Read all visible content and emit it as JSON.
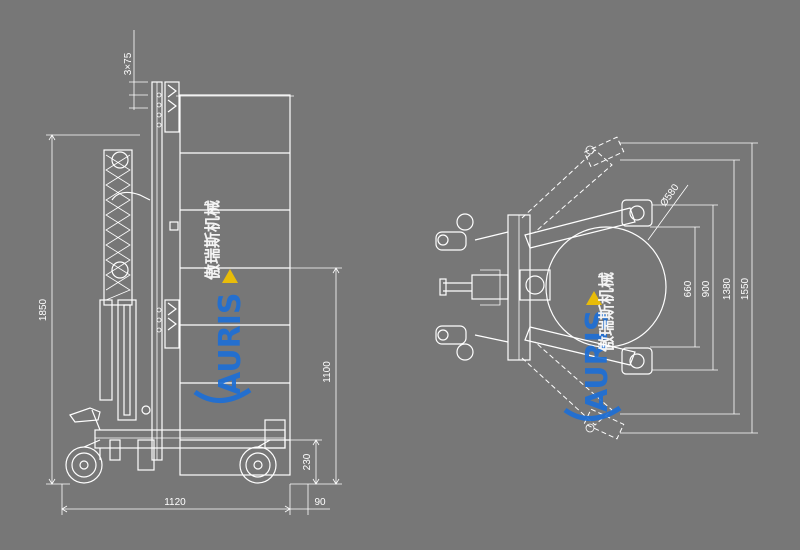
{
  "diagram": {
    "side_view_dimensions": {
      "top_offset": "3×75",
      "total_height": "1850",
      "drum_height": "1100",
      "base_height": "230",
      "length": "1120",
      "front_offset": "90"
    },
    "top_view_dimensions": {
      "drum_diameter": "Ø580",
      "inner_width": "660",
      "mid_width": "900",
      "open_width": "1380",
      "max_width": "1550"
    },
    "watermark": {
      "brand_en": "AURIS",
      "brand_cn": "傲瑞斯机械",
      "colors": {
        "blue": "#1d6fd6",
        "yellow": "#f2c200"
      }
    }
  }
}
